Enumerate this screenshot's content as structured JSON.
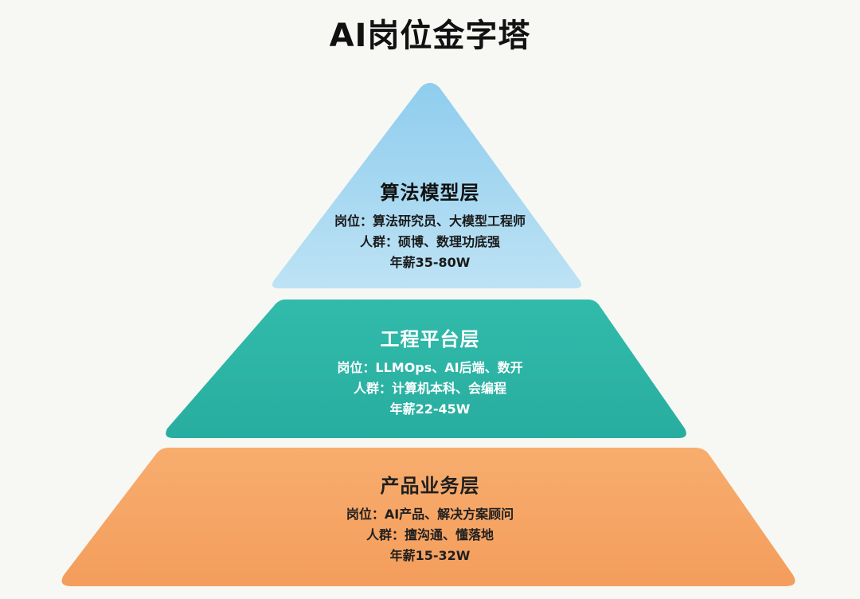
{
  "title": "AI岗位金字塔",
  "tiers": [
    {
      "name": "算法模型层",
      "roles": "岗位：算法研究员、大模型工程师",
      "people": "人群：硕博、数理功底强",
      "salary": "年薪35-80W",
      "color": "#a6d6f0"
    },
    {
      "name": "工程平台层",
      "roles": "岗位：LLMOps、AI后端、数开",
      "people": "人群：计算机本科、会编程",
      "salary": "年薪22-45W",
      "color": "#2eb7a8"
    },
    {
      "name": "产品业务层",
      "roles": "岗位：AI产品、解决方案顾问",
      "people": "人群：擅沟通、懂落地",
      "salary": "年薪15-32W",
      "color": "#f5a565"
    }
  ]
}
